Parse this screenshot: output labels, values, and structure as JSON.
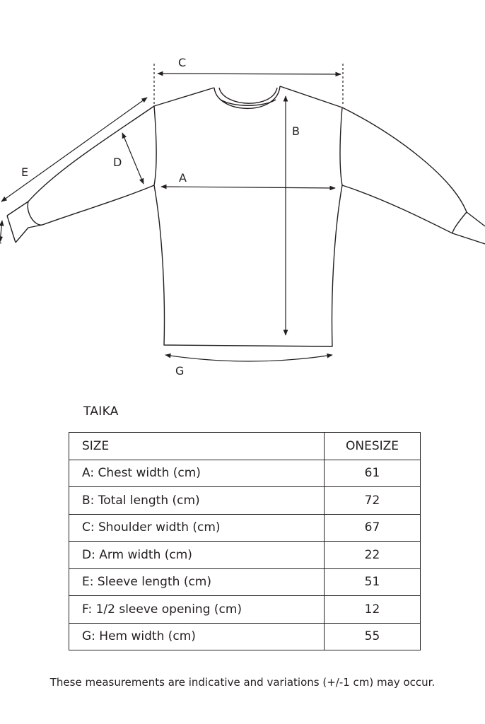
{
  "diagram": {
    "labels": {
      "a": "A",
      "b": "B",
      "c": "C",
      "d": "D",
      "e": "E",
      "f": "F",
      "g": "G"
    }
  },
  "product_name": "TAIKA",
  "table": {
    "headers": [
      "SIZE",
      "ONESIZE"
    ],
    "rows": [
      {
        "label": "A: Chest width (cm)",
        "value": "61"
      },
      {
        "label": "B: Total length (cm)",
        "value": "72"
      },
      {
        "label": "C: Shoulder width (cm)",
        "value": "67"
      },
      {
        "label": "D: Arm width (cm)",
        "value": "22"
      },
      {
        "label": "E: Sleeve length (cm)",
        "value": "51"
      },
      {
        "label": "F: 1/2 sleeve opening (cm)",
        "value": "12"
      },
      {
        "label": "G: Hem width (cm)",
        "value": "55"
      }
    ]
  },
  "note": "These measurements are indicative and variations (+/-1 cm) may occur."
}
